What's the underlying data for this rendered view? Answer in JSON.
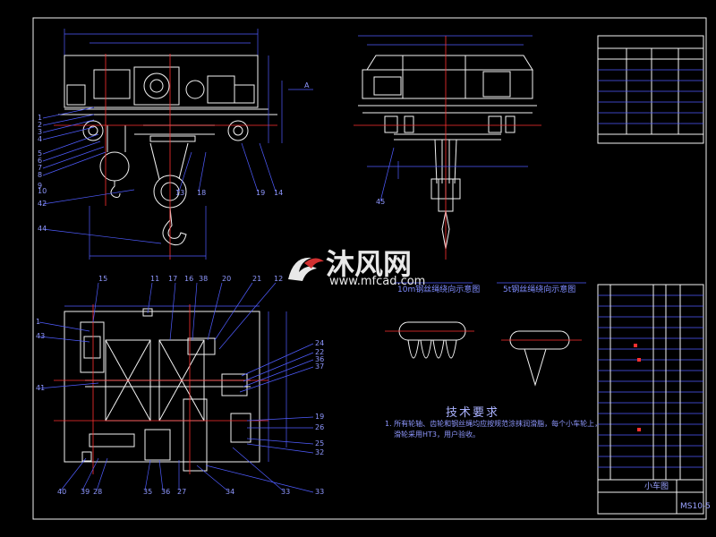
{
  "drawing": {
    "wrapping_left_caption": "10m钢丝绳绕向示意图",
    "wrapping_right_caption": "5t钢丝绳绕向示意图",
    "tech_req_title": "技术要求",
    "tech_req_line1": "1. 所有轮轴、齿轮和钢丝绳均应按规范涂抹润滑脂，每个小车轮上，",
    "tech_req_line2": "滑轮采用HT3，用户验收。",
    "title_block_name": "小车图",
    "title_block_code": "MS10-5"
  },
  "watermark": {
    "brand": "沐风网",
    "url": "www.mfcad.com",
    "logo": "mf-logo-icon"
  },
  "colors": {
    "background": "#000000",
    "lines": "#f2f2f2",
    "dimension": "#4f5cff",
    "centerline": "#ff3030",
    "text": "#8f98ff"
  },
  "balloons": {
    "front_left": [
      "1",
      "2",
      "3",
      "4",
      "5",
      "6",
      "7",
      "8",
      "9",
      "10",
      "42",
      "44"
    ],
    "front_bottom": [
      "13",
      "18",
      "19",
      "14"
    ],
    "side_left": [
      "45"
    ],
    "plan_top": [
      "15",
      "11",
      "17",
      "16",
      "38",
      "20",
      "21",
      "12"
    ],
    "plan_left": [
      "1",
      "43",
      "41"
    ],
    "plan_right": [
      "24",
      "22",
      "36",
      "37",
      "19",
      "26",
      "25",
      "32",
      "33"
    ],
    "plan_bottom": [
      "40",
      "39",
      "28",
      "35",
      "36",
      "27",
      "34",
      "33"
    ]
  }
}
